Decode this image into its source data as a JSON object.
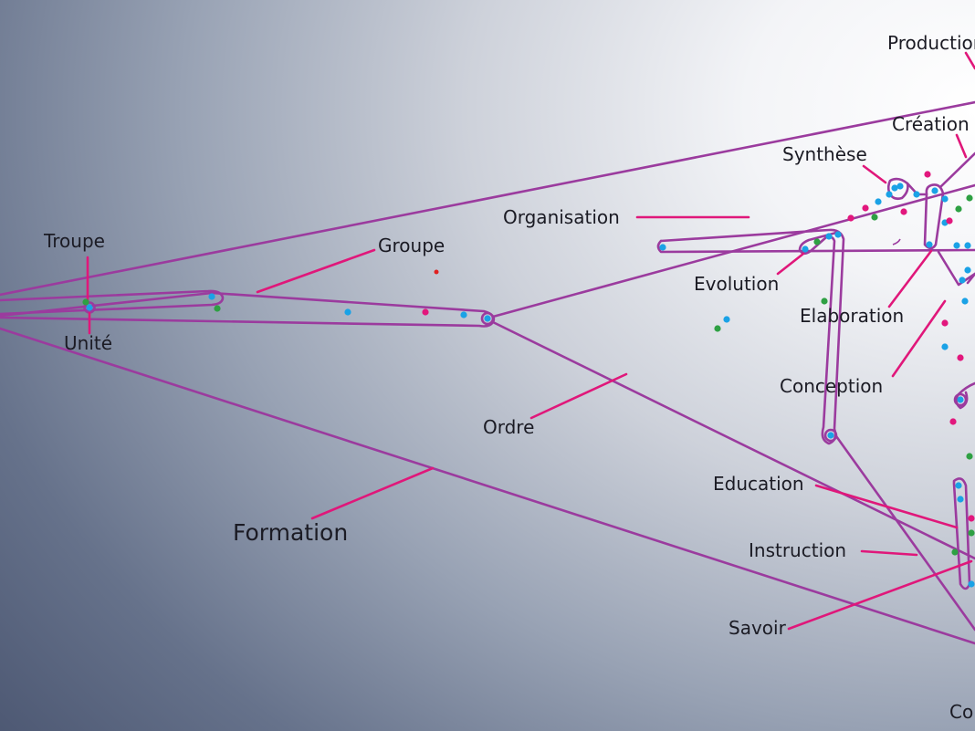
{
  "labels": {
    "production": "Production",
    "creation": "Création",
    "synthese": "Synthèse",
    "organisation": "Organisation",
    "troupe": "Troupe",
    "groupe": "Groupe",
    "unite": "Unité",
    "evolution": "Evolution",
    "elaboration": "Elaboration",
    "conception": "Conception",
    "ordre": "Ordre",
    "education": "Education",
    "formation": "Formation",
    "instruction": "Instruction",
    "savoir": "Savoir",
    "co": "Co"
  },
  "colors": {
    "link": "#9b3b9e",
    "leader": "#e0177a",
    "dot_blue": "#1aa2e6",
    "dot_magenta": "#e2177d",
    "dot_green": "#2ea043",
    "dot_red": "#e02020"
  }
}
